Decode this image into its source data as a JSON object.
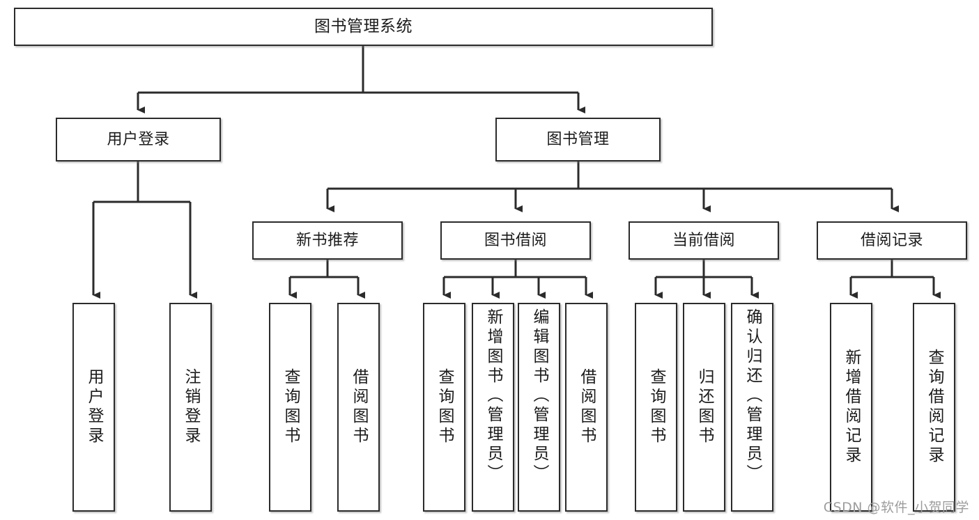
{
  "diagram": {
    "title": "图书管理系统",
    "type": "hierarchy-tree",
    "watermark": "CSDN @软件_小贺同学",
    "colors": {
      "stroke": "#2b2b2b",
      "fill": "#ffffff",
      "text": "#1b1b1b",
      "watermark": "#9d9d9d"
    },
    "levels": {
      "root": "图书管理系统",
      "level2": [
        "用户登录",
        "图书管理"
      ],
      "level3": [
        "新书推荐",
        "图书借阅",
        "当前借阅",
        "借阅记录"
      ]
    }
  },
  "nodes": {
    "root": {
      "label": "图书管理系统"
    },
    "user_login": {
      "label": "用户登录"
    },
    "book_manage": {
      "label": "图书管理"
    },
    "new_book_rec": {
      "label": "新书推荐"
    },
    "book_borrow": {
      "label": "图书借阅"
    },
    "current_borrow": {
      "label": "当前借阅"
    },
    "borrow_record": {
      "label": "借阅记录"
    },
    "leaves": [
      {
        "key": "leaf-user-login",
        "label": "用户登录",
        "parent": "用户登录"
      },
      {
        "key": "leaf-logout-login",
        "label": "注销登录",
        "parent": "用户登录"
      },
      {
        "key": "leaf-query-book-rec",
        "label": "查询图书",
        "parent": "新书推荐"
      },
      {
        "key": "leaf-borrow-book-rec",
        "label": "借阅图书",
        "parent": "新书推荐"
      },
      {
        "key": "leaf-query-book-borrow",
        "label": "查询图书",
        "parent": "图书借阅"
      },
      {
        "key": "leaf-add-book-admin",
        "label": "新增图书（管理员）",
        "parent": "图书借阅"
      },
      {
        "key": "leaf-edit-book-admin",
        "label": "编辑图书（管理员）",
        "parent": "图书借阅"
      },
      {
        "key": "leaf-borrow-book",
        "label": "借阅图书",
        "parent": "图书借阅"
      },
      {
        "key": "leaf-query-book-current",
        "label": "查询图书",
        "parent": "当前借阅"
      },
      {
        "key": "leaf-return-book",
        "label": "归还图书",
        "parent": "当前借阅"
      },
      {
        "key": "leaf-confirm-return-admin",
        "label": "确认归还（管理员）",
        "parent": "当前借阅"
      },
      {
        "key": "leaf-add-borrow-record",
        "label": "新增借阅记录",
        "parent": "借阅记录"
      },
      {
        "key": "leaf-query-borrow-record",
        "label": "查询借阅记录",
        "parent": "借阅记录"
      }
    ]
  }
}
